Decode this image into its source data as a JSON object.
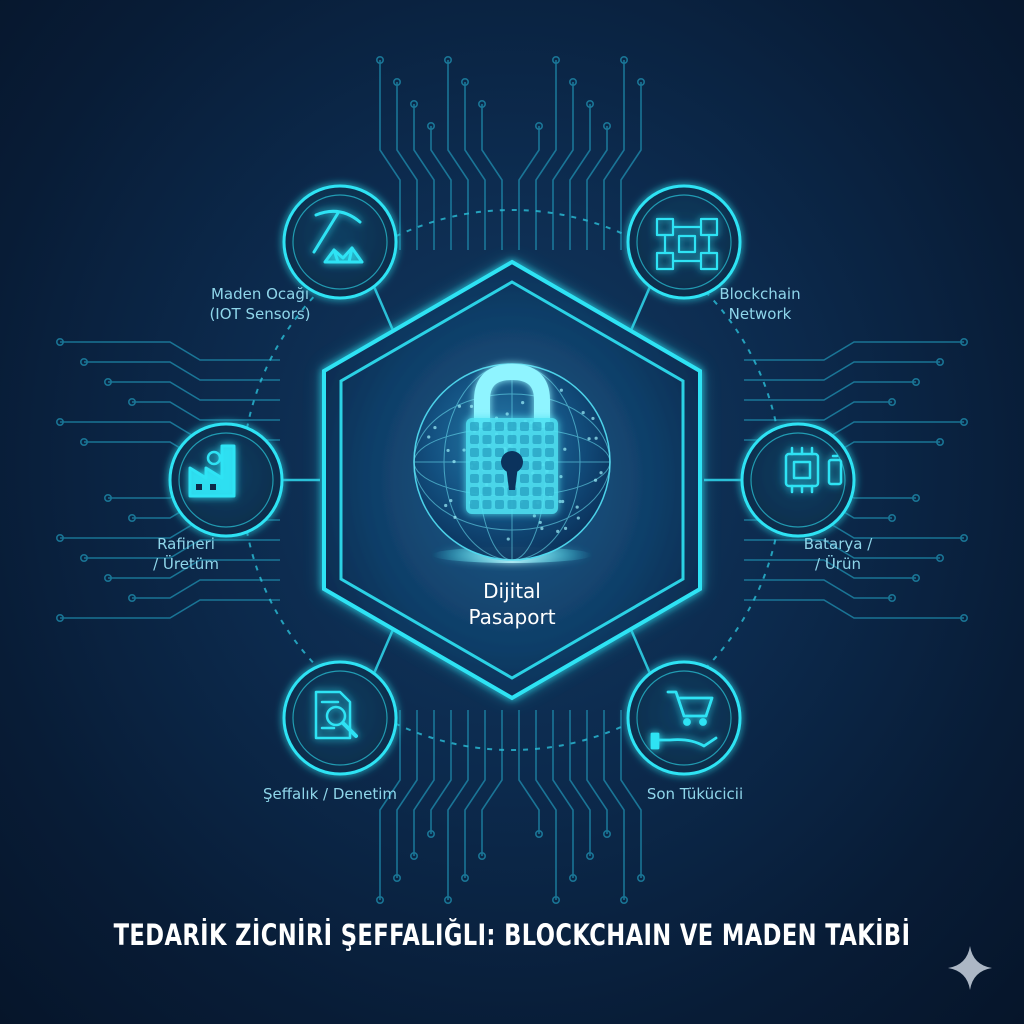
{
  "center": {
    "title": "Dijital\nPasaport",
    "icon": "globe-lock-icon"
  },
  "nodes": [
    {
      "id": "mine",
      "label": "Maden Ocağı\n(IOT Sensors)",
      "icon": "pickaxe-ore-icon"
    },
    {
      "id": "blockchain",
      "label": "Blockchain\nNetwork",
      "icon": "blockchain-cubes-icon"
    },
    {
      "id": "refinery",
      "label": "Rafineri\n/ Üretüm",
      "icon": "factory-icon"
    },
    {
      "id": "battery",
      "label": "Batarya /\n/ Ürün",
      "icon": "chip-battery-icon"
    },
    {
      "id": "audit",
      "label": "Şeffalık / Denetim",
      "icon": "document-search-icon"
    },
    {
      "id": "consumer",
      "label": "Son Tükücicii",
      "icon": "cart-hand-icon"
    }
  ],
  "footer": {
    "title": "TEDARİK ZİCNİRİ ŞEFFALIĞLI: BLOCKCHAIN VE MADEN TAKİBİ"
  },
  "colors": {
    "accent": "#2fe3f4",
    "accent_dim": "#1aa6c4",
    "background": "#0b2747",
    "text": "#8fd6ea"
  }
}
